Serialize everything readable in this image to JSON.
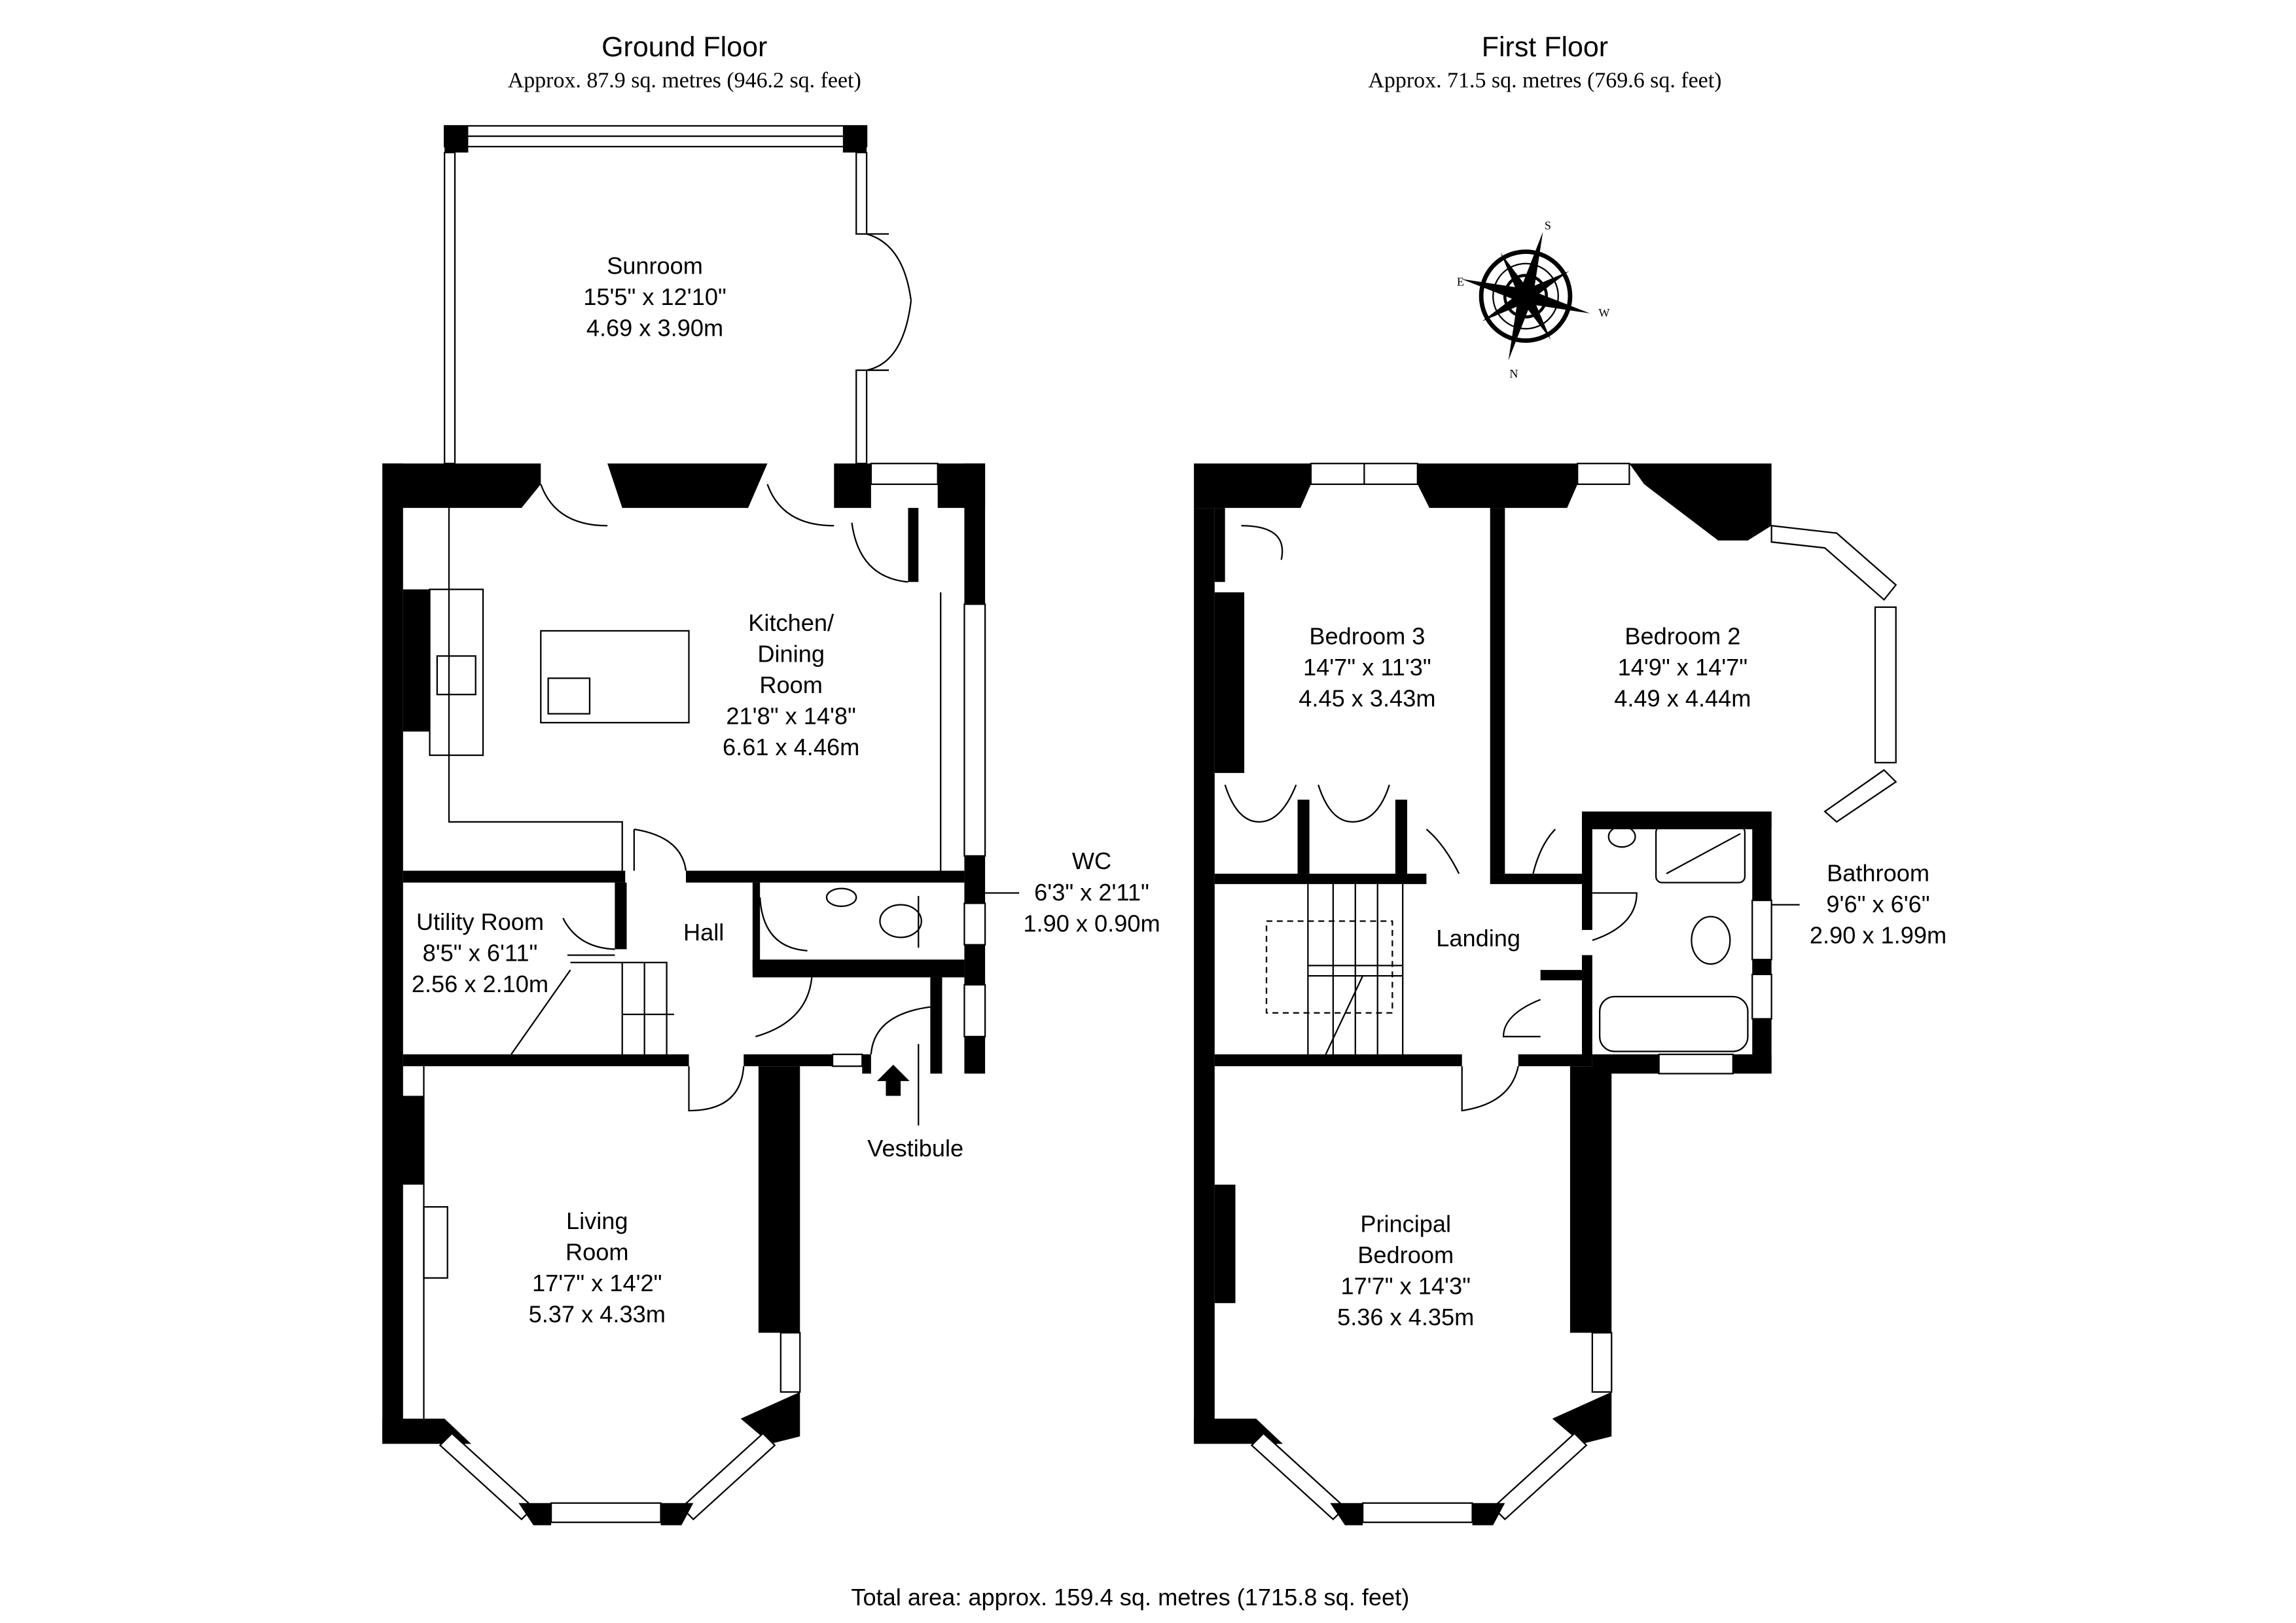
{
  "ground_floor": {
    "title": "Ground Floor",
    "area": "Approx. 87.9 sq. metres (946.2 sq. feet)",
    "rooms": [
      {
        "name": "Sunroom",
        "imperial": "15'5\" x 12'10\"",
        "metric": "4.69 x 3.90m"
      },
      {
        "name_line1": "Kitchen/",
        "name_line2": "Dining",
        "name_line3": "Room",
        "imperial": "21'8\" x 14'8\"",
        "metric": "6.61 x 4.46m"
      },
      {
        "name": "Utility Room",
        "imperial": "8'5\" x 6'11\"",
        "metric": "2.56 x 2.10m"
      },
      {
        "name": "Hall"
      },
      {
        "name": "WC",
        "imperial": "6'3\" x 2'11\"",
        "metric": "1.90 x 0.90m"
      },
      {
        "name": "Vestibule"
      },
      {
        "name_line1": "Living",
        "name_line2": "Room",
        "imperial": "17'7\" x 14'2\"",
        "metric": "5.37 x 4.33m"
      }
    ]
  },
  "first_floor": {
    "title": "First Floor",
    "area": "Approx. 71.5 sq. metres (769.6 sq. feet)",
    "rooms": [
      {
        "name": "Bedroom 3",
        "imperial": "14'7\" x 11'3\"",
        "metric": "4.45 x 3.43m"
      },
      {
        "name": "Bedroom 2",
        "imperial": "14'9\" x 14'7\"",
        "metric": "4.49 x 4.44m"
      },
      {
        "name": "Bathroom",
        "imperial": "9'6\" x 6'6\"",
        "metric": "2.90 x 1.99m"
      },
      {
        "name": "Landing"
      },
      {
        "name_line1": "Principal",
        "name_line2": "Bedroom",
        "imperial": "17'7\" x 14'3\"",
        "metric": "5.36 x 4.35m"
      }
    ]
  },
  "compass": {
    "labels": [
      "S",
      "W",
      "N",
      "E"
    ]
  },
  "total_area": "Total area: approx. 159.4 sq. metres (1715.8 sq. feet)"
}
